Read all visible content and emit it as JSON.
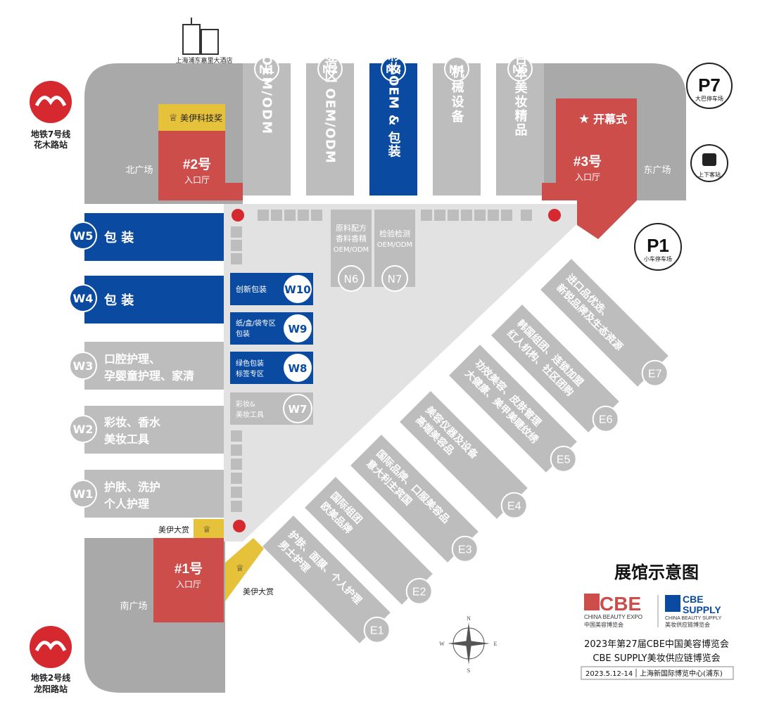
{
  "title": "展馆示意图",
  "metro": [
    {
      "line": "地铁7号线",
      "station": "花木路站"
    },
    {
      "line": "地铁2号线",
      "station": "龙阳路站"
    }
  ],
  "hotel": "上海浦东嘉里大酒店",
  "plazas": {
    "north": "北广场",
    "east": "东广场",
    "south": "南广场"
  },
  "parking": [
    {
      "code": "P7",
      "label": "大巴停车场"
    },
    {
      "code": "P1",
      "label": "小车停车场"
    }
  ],
  "bus_stop": "上下客站",
  "entrances": [
    {
      "num": "#1号",
      "label": "入口厅"
    },
    {
      "num": "#2号",
      "label": "入口厅"
    },
    {
      "num": "#3号",
      "label": "入口厅"
    }
  ],
  "opening_ceremony": "开幕式",
  "award_labels": {
    "tech": "美伊科技奖",
    "award": "美伊大赏"
  },
  "north_halls": [
    {
      "code": "N1",
      "text": "OEM/ODM",
      "highlight": false
    },
    {
      "code": "N2",
      "text": "日本制造区 OEM/ODM",
      "highlight": false
    },
    {
      "code": "N3",
      "text": "高端彩妆OEM & 包装",
      "highlight": true
    },
    {
      "code": "N4",
      "text": "机械设备",
      "highlight": false
    },
    {
      "code": "N5",
      "text": "日本美妆精品",
      "highlight": false
    }
  ],
  "west_halls": [
    {
      "code": "W5",
      "text1": "包 装",
      "text2": "",
      "highlight": true
    },
    {
      "code": "W4",
      "text1": "包 装",
      "text2": "",
      "highlight": true
    },
    {
      "code": "W3",
      "text1": "口腔护理、",
      "text2": "孕婴童护理、家清",
      "highlight": false
    },
    {
      "code": "W2",
      "text1": "彩妆、香水",
      "text2": "美妆工具",
      "highlight": false
    },
    {
      "code": "W1",
      "text1": "护肤、洗护",
      "text2": "个人护理",
      "highlight": false
    }
  ],
  "inner_halls": [
    {
      "code": "W10",
      "text1": "创新包装",
      "text2": "",
      "highlight": true
    },
    {
      "code": "W9",
      "text1": "纸/盒/袋专区",
      "text2": "包装",
      "highlight": true
    },
    {
      "code": "W8",
      "text1": "绿色包装",
      "text2": "标签专区",
      "highlight": true
    },
    {
      "code": "W7",
      "text1": "彩妆&",
      "text2": "美妆工具",
      "highlight": false
    }
  ],
  "center_halls": [
    {
      "code": "N6",
      "text": [
        "原料配方",
        "香料香精",
        "OEM/ODM"
      ]
    },
    {
      "code": "N7",
      "text": [
        "检验检测",
        "OEM/ODM"
      ]
    }
  ],
  "east_halls": [
    {
      "code": "E1",
      "text1": "护肤、面膜、个人护理",
      "text2": "男士护理"
    },
    {
      "code": "E2",
      "text1": "国际组团",
      "text2": "欧美品牌"
    },
    {
      "code": "E3",
      "text1": "国际品牌、口服美容品",
      "text2": "意大利主宾国"
    },
    {
      "code": "E4",
      "text1": "美容仪器及设备",
      "text2": "高端美容品"
    },
    {
      "code": "E5",
      "text1": "功效美容、皮肤管理",
      "text2": "大健康、美甲美睫纹绣"
    },
    {
      "code": "E6",
      "text1": "韩国组团、连锁加盟",
      "text2": "红人机构、社区团购"
    },
    {
      "code": "E7",
      "text1": "进口品优选、",
      "text2": "新锐品牌及生态资源"
    }
  ],
  "brand": {
    "cbe_name": "CBE",
    "cbe_en": "CHINA BEAUTY EXPO",
    "cbe_cn": "中国美容博览会",
    "supply_name1": "CBE",
    "supply_name2": "SUPPLY",
    "supply_en": "CHINA BEAUTY SUPPLY",
    "supply_cn": "美妆供应链博览会"
  },
  "event_line1": "2023年第27届CBE中国美容博览会",
  "event_line2": "CBE SUPPLY美妆供应链博览会",
  "event_date": "2023.5.12-14",
  "event_venue": "上海新国际博览中心(浦东)",
  "compass": {
    "n": "N",
    "s": "S",
    "e": "E",
    "w": "W"
  },
  "colors": {
    "gray": "#bdbdbd",
    "blue": "#0a4aa1",
    "red": "#cd4d4b",
    "yellow": "#e6c13a",
    "plaza": "#a8a8a8",
    "metro": "#d6282f"
  }
}
